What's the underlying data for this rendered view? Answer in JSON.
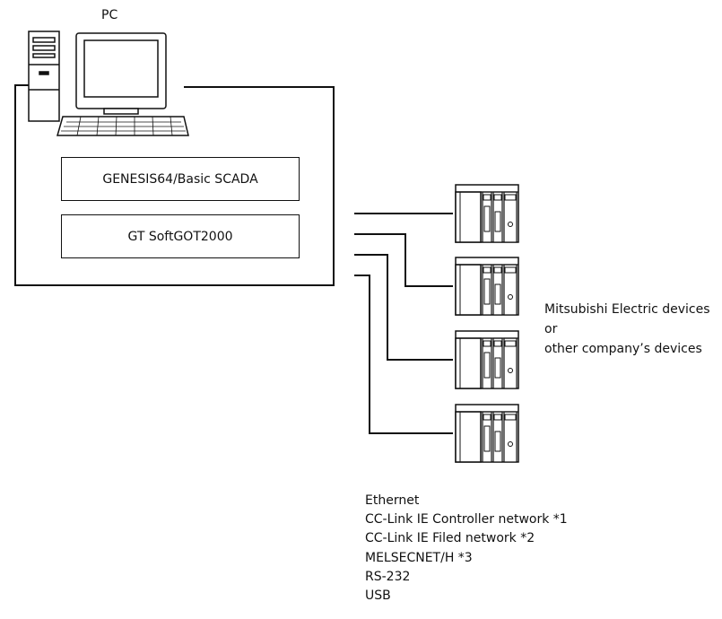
{
  "pc_label": "PC",
  "software": [
    {
      "label": "GENESIS64/Basic SCADA"
    },
    {
      "label": "GT SoftGOT2000"
    }
  ],
  "devices_description": [
    "Mitsubishi Electric devices",
    "or",
    "other company’s devices"
  ],
  "networks": [
    "Ethernet",
    "CC-Link IE Controller network *1",
    "CC-Link IE Filed network *2",
    "MELSECNET/H *3",
    "RS-232",
    "USB"
  ],
  "icons": {
    "pc": "desktop-computer-icon",
    "device": "plc-unit-icon"
  },
  "device_count": 4
}
